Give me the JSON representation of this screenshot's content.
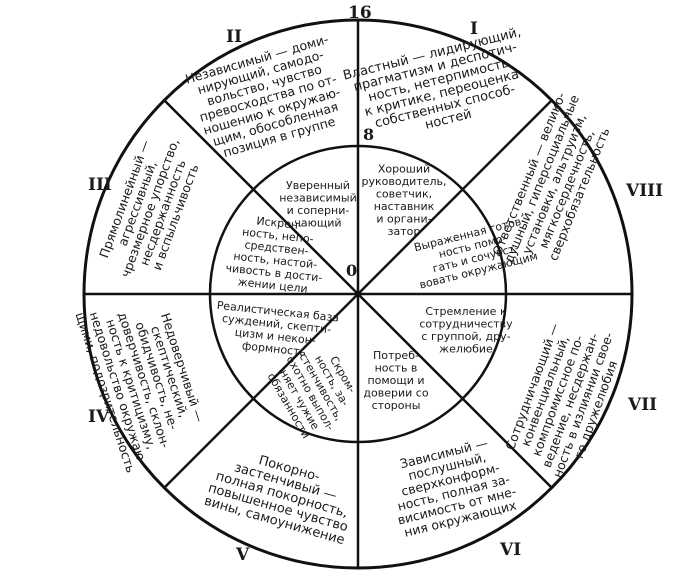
{
  "scale": {
    "top": "16",
    "middle": "8",
    "center": "0"
  },
  "octants": [
    {
      "id": "I",
      "roman": "I",
      "outer": [
        "Властный — лидирующий,",
        "прагматизм и деспотич-",
        "ность, нетерпимость",
        "к критике, переоценка",
        "собственных способ-",
        "ностей"
      ],
      "inner": [
        "Хороший",
        "руководитель,",
        "советчик,",
        "наставник",
        "и органи-",
        "затор"
      ]
    },
    {
      "id": "VIII",
      "roman": "VIII",
      "outer": [
        "Ответственный — велико-",
        "душный, гиперсоциальные",
        "установки, альтруизм,",
        "мягкосердечность,",
        "сверхобязательность"
      ],
      "inner": [
        "Выраженная готов-",
        "ность помо-",
        "гать и сочувст-",
        "вовать окружающим"
      ]
    },
    {
      "id": "VII",
      "roman": "VII",
      "outer": [
        "Сотрудничающий —",
        "конвенциальный,",
        "компромиссное по-",
        "ведение, несдержан-",
        "ность в излиянии свое-",
        "го дружелюбия"
      ],
      "inner": [
        "Стремление к",
        "сотрудничеству",
        "с группой, дру-",
        "желюбие"
      ]
    },
    {
      "id": "VI",
      "roman": "VI",
      "outer": [
        "Зависимый —",
        "послушный,",
        "сверхконформ-",
        "ность, полная за-",
        "висимость от мне-",
        "ния окружающих"
      ],
      "inner": [
        "Потреб-",
        "ность в",
        "помощи и",
        "доверии со",
        "стороны"
      ]
    },
    {
      "id": "V",
      "roman": "V",
      "outer": [
        "Покорно-",
        "застенчивый —",
        "полная покорность,",
        "повышенное чувство",
        "вины, самоунижение"
      ],
      "inner": [
        "Скром-",
        "ность, за-",
        "стенчивость,",
        "охотно выпол-",
        "няет чужие",
        "обязанности"
      ]
    },
    {
      "id": "IV",
      "roman": "IV",
      "outer": [
        "Недоверчивый —",
        "скептический,",
        "обидчивость, не-",
        "доверчивость, склон-",
        "ность к критицизму,",
        "недовольство окружаю-",
        "щими, подозрительность"
      ],
      "inner": [
        "Реалистическая база",
        "суждений, скепти-",
        "цизм и некон-",
        "формность"
      ]
    },
    {
      "id": "III",
      "roman": "III",
      "outer": [
        "Прямолинейный —",
        "агрессивный,",
        "чрезмерное упорство,",
        "несдержанность",
        "и вспыльчивость"
      ],
      "inner": [
        "Искрен-",
        "ность, непо-",
        "средствен-",
        "ность, настой-",
        "чивость в дости-",
        "жении цели"
      ]
    },
    {
      "id": "II",
      "roman": "II",
      "outer": [
        "Независимый — доми-",
        "нирующий, самодо-",
        "вольство, чувство",
        "превосходства по от-",
        "ношению к окружаю-",
        "щим, обособленная",
        "позиция в группе"
      ],
      "inner": [
        "Уверенный",
        "независимый",
        "и соперни-",
        "чающий"
      ]
    }
  ]
}
